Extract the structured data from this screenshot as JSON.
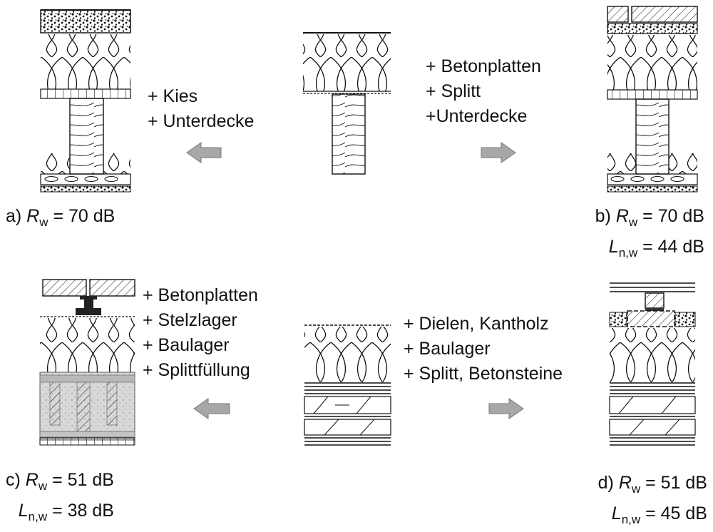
{
  "top_center_annotation_left": [
    "+ Kies",
    "+ Unterdecke"
  ],
  "top_center_annotation_right": [
    "+ Betonplatten",
    "+ Splitt",
    "+Unterdecke"
  ],
  "bottom_left_annotation": [
    "+ Betonplatten",
    "+ Stelzlager",
    "+ Baulager",
    "+ Splittfüllung"
  ],
  "bottom_right_annotation": [
    "+ Dielen, Kantholz",
    "+ Baulager",
    "+ Splitt, Betonsteine"
  ],
  "captions": {
    "a": {
      "letter": "a)",
      "r_sym": "R",
      "r_sub": "w",
      "r_val": "= 70 dB"
    },
    "b": {
      "letter": "b)",
      "r_sym": "R",
      "r_sub": "w",
      "r_val": "= 70 dB",
      "l_sym": "L",
      "l_sub": "n,w",
      "l_val": "= 44 dB"
    },
    "c": {
      "letter": "c)",
      "r_sym": "R",
      "r_sub": "w",
      "r_val": "= 51 dB",
      "l_sym": "L",
      "l_sub": "n,w",
      "l_val": "= 38 dB"
    },
    "d": {
      "letter": "d)",
      "r_sym": "R",
      "r_sub": "w",
      "r_val": "= 51 dB",
      "l_sym": "L",
      "l_sub": "n,w",
      "l_val": "= 45 dB"
    }
  },
  "colors": {
    "arrow": "#a7a7a7",
    "line": "#111111",
    "fill_gray": "#cfcfcf",
    "fill_dark": "#222222"
  }
}
